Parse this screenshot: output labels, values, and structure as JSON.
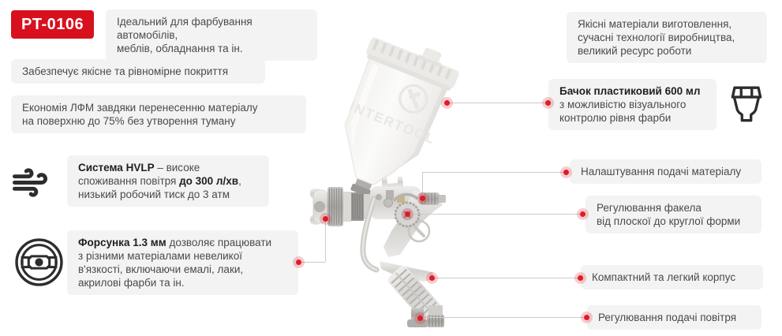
{
  "badge": {
    "model": "PT-0106"
  },
  "colors": {
    "accent_red": "#d8101e",
    "callout_dot_red": "#e01b2b",
    "feature_box_bg": "#f3f3f3",
    "body_text": "#4a4a4a",
    "bold_text": "#1f1f1f",
    "icon_dark": "#2d2d2d",
    "connector_line": "#cbcbcb"
  },
  "features_left": [
    {
      "text": "Ідеальний для фарбування автомобілів,\nмеблів, обладнання та ін."
    },
    {
      "text": "Забезпечує якісне та рівномірне покриття"
    },
    {
      "text": "Економія ЛФМ завдяки перенесенню матеріалу\nна поверхню до 75% без утворення туману"
    },
    {
      "icon": "wind-icon",
      "segments": [
        {
          "text": "Система HVLP",
          "bold": true
        },
        {
          "text": " – високе\nспоживання повітря ",
          "bold": false
        },
        {
          "text": "до 300 л/хв",
          "bold": true
        },
        {
          "text": ",\nнизький робочий тиск до 3 атм",
          "bold": false
        }
      ]
    },
    {
      "icon": "nozzle-icon",
      "segments": [
        {
          "text": "Форсунка 1.3 мм",
          "bold": true
        },
        {
          "text": " дозволяє працювати\nз різними матеріалами невеликої\nв'язкості, включаючи емалі, лаки,\nакрилові фарби та ін.",
          "bold": false
        }
      ]
    }
  ],
  "features_right": [
    {
      "text": "Якісні матеріали виготовлення,\nсучасні технології виробництва,\nвеликий ресурс роботи"
    },
    {
      "icon": "paint-cup-icon",
      "segments": [
        {
          "text": "Бачок пластиковий 600 мл",
          "bold": true
        },
        {
          "text": "\nз можливістю візуального\nконтролю рівня фарби",
          "bold": false
        }
      ]
    },
    {
      "text": "Налаштування подачі матеріалу"
    },
    {
      "text": "Регулювання факела\nвід плоскої до круглої форми"
    },
    {
      "text": "Компактний та легкий корпус"
    },
    {
      "text": "Регулювання подачі повітря"
    }
  ],
  "product": {
    "watermark": "INTERTOOL"
  }
}
